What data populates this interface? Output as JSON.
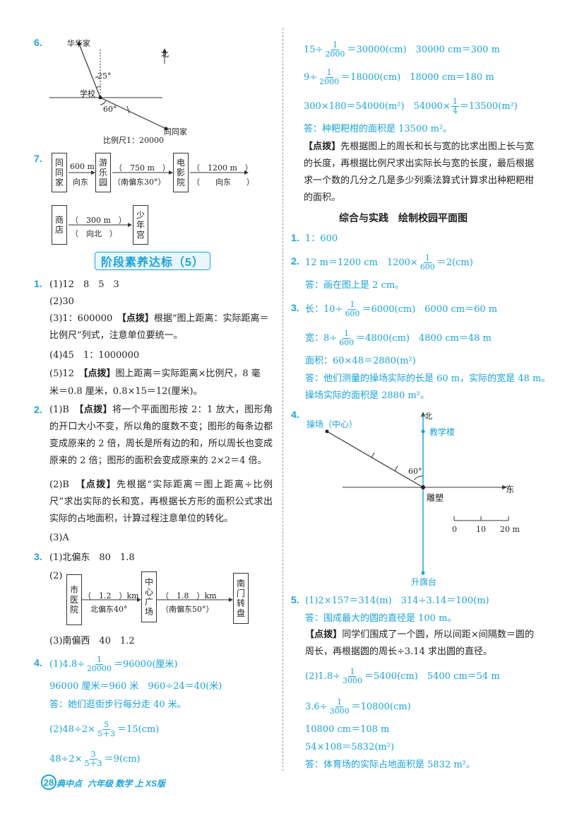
{
  "left": {
    "q6": {
      "num": "6.",
      "labels": {
        "huahua": "华华家",
        "north": "北",
        "angle25": "25°",
        "school": "学校",
        "angle60": "60°",
        "tongtong": "同同家",
        "scale": "比例尺1：20000"
      }
    },
    "q7": {
      "num": "7.",
      "box_tongtong": "同同家",
      "box_park": "游乐园",
      "box_cinema": "电影院",
      "box_shop": "商店",
      "box_youth": "少年宫",
      "a1_top": "600 m",
      "a1_bottom": "向东",
      "a2_top": "（　750 m　）",
      "a2_bottom": "（南偏东30°）",
      "a3_top": "（　1200 m　）",
      "a3_bottom": "（　　向东　　）",
      "a4_top": "（　300 m　）",
      "a4_bottom": "（　向北　）"
    },
    "section_title": "阶段素养达标（5）",
    "q1": {
      "num": "1.",
      "l1": "(1)12　8　5　3",
      "l2": "(2)30",
      "l3a": "(3)1：600000　",
      "l3tip": "【点拨】",
      "l3b": "根据“图上距离：实际距离＝",
      "l3c": "比例尺”列式，注意单位要统一。",
      "l4": "(4)45　1：1000000",
      "l5a": "(5)12　",
      "l5tip": "【点拨】",
      "l5b": "图上距离＝实际距离×比例尺，8 毫",
      "l5c": "米＝0.8 厘米，0.8×15＝12(厘米)。"
    },
    "q2": {
      "num": "2.",
      "p1a": "(1)B　",
      "p1tip": "【点拨】",
      "p1b": "将一个平面图形按 2：1 放大，图形角的开口大小不变，所以角的度数不变；图形的每条边都变成原来的 2 倍，周长是所有边的和，所以周长也变成原来的 2 倍；图形的面积会变成原来的 2×2＝4 倍。",
      "p2a": "(2)B　",
      "p2tip": "【点拨】",
      "p2b": "先根据“实际距离＝图上距离÷比例尺”求出实际的长和宽，再根据长方形的面积公式求出实际的占地面积，计算过程注意单位的转化。",
      "l3": "(3)A"
    },
    "q3": {
      "num": "3.",
      "l1": "(1)北偏东　80　1.8",
      "l2": "(2)",
      "box_hospital": "市医院",
      "box_square": "中心广场",
      "box_gate": "南门转盘",
      "a1_top": "（　1.2　）km",
      "a1_bottom": "北偏东40°",
      "a2_top": "（　1.8　）km",
      "a2_bottom": "（南偏东50°）",
      "l3": "(3)南偏西　40　1.2"
    },
    "q4": {
      "num": "4.",
      "l1a": "(1)4.8÷",
      "l1n": "1",
      "l1d": "20000",
      "l1b": "＝96000(厘米)",
      "l2": "96000 厘米＝960 米　960÷24＝40(米)",
      "l3": "答：她们逛街步行每分走 40 米。",
      "l4a": "(2)48÷2×",
      "l4n": "5",
      "l4d": "5＋3",
      "l4b": "＝15(cm)",
      "l5a": "48÷2×",
      "l5n": "3",
      "l5d": "5＋3",
      "l5b": "＝9(cm)"
    }
  },
  "right": {
    "top": {
      "l1a": "15÷",
      "l1n": "1",
      "l1d": "2000",
      "l1b": "＝30000(cm)　30000 cm＝300 m",
      "l2a": "9÷",
      "l2n": "1",
      "l2d": "2000",
      "l2b": "＝18000(cm)　18000 cm＝180 m",
      "l3a": "300×180＝54000(m²)　54000×",
      "l3n": "1",
      "l3d": "4",
      "l3b": "＝13500(m²)",
      "l4": "答：种粑粑柑的面积是 13500 m²。",
      "tip": "【点拨】",
      "tip_text": "先根据图上的周长和长与宽的比求出图上长与宽的长度，再根据比例尺求出实际长与宽的长度，最后根据求一个数的几分之几是多少列乘法算式计算求出种粑粑柑的面积。"
    },
    "section_title": "综合与实践　绘制校园平面图",
    "q1": {
      "num": "1.",
      "l1": "1：600"
    },
    "q2": {
      "num": "2.",
      "l1a": "12 m＝1200 cm　1200×",
      "l1n": "1",
      "l1d": "600",
      "l1b": "＝2(cm)",
      "l2": "答：画在图上是 2 cm。"
    },
    "q3": {
      "num": "3.",
      "l1a": "长：10÷",
      "l1n": "1",
      "l1d": "600",
      "l1b": "＝6000(cm)　6000 cm＝60 m",
      "l2a": "宽：8÷",
      "l2n": "1",
      "l2d": "600",
      "l2b": "＝4800(cm)　4800 cm＝48 m",
      "l3": "面积：60×48＝2880(m²)",
      "l4": "答：他们测量的操场实际的长是 60 m，实际的宽是 48 m。",
      "l5": "操场实际的面积是 2880 m²。"
    },
    "q4": {
      "num": "4.",
      "north": "北",
      "east": "东",
      "playground": "操场（中心）",
      "building": "教学楼",
      "angle": "60°",
      "statue": "雕塑",
      "flag": "升旗台",
      "scale_0": "0",
      "scale_10": "10",
      "scale_20": "20 m"
    },
    "q5": {
      "num": "5.",
      "l1": "(1)2×157＝314(m)　314÷3.14＝100(m)",
      "l2": "答：围成最大的圆的直径是 100 m。",
      "tip": "【点拨】",
      "tip_text": "同学们围成了一个圆，所以间距×间隔数＝圆的周长，再根据圆的周长÷3.14 求出圆的直径。",
      "l3a": "(2)1.8÷",
      "l3n": "1",
      "l3d": "3000",
      "l3b": "＝5400(cm)　5400 cm＝54 m",
      "l4a": "3.6÷",
      "l4n": "1",
      "l4d": "3000",
      "l4b": "＝10800(cm)",
      "l5": "10800 cm＝108 m",
      "l6": "54×108＝5832(m²)",
      "l7": "答：体育场的实际占地面积是 5832 m²。"
    }
  },
  "footer": {
    "page": "28",
    "brand": "典中点",
    "grade": "六年级 数学 上 XS版"
  },
  "colors": {
    "accent": "#1aa3d9",
    "text": "#222222"
  }
}
